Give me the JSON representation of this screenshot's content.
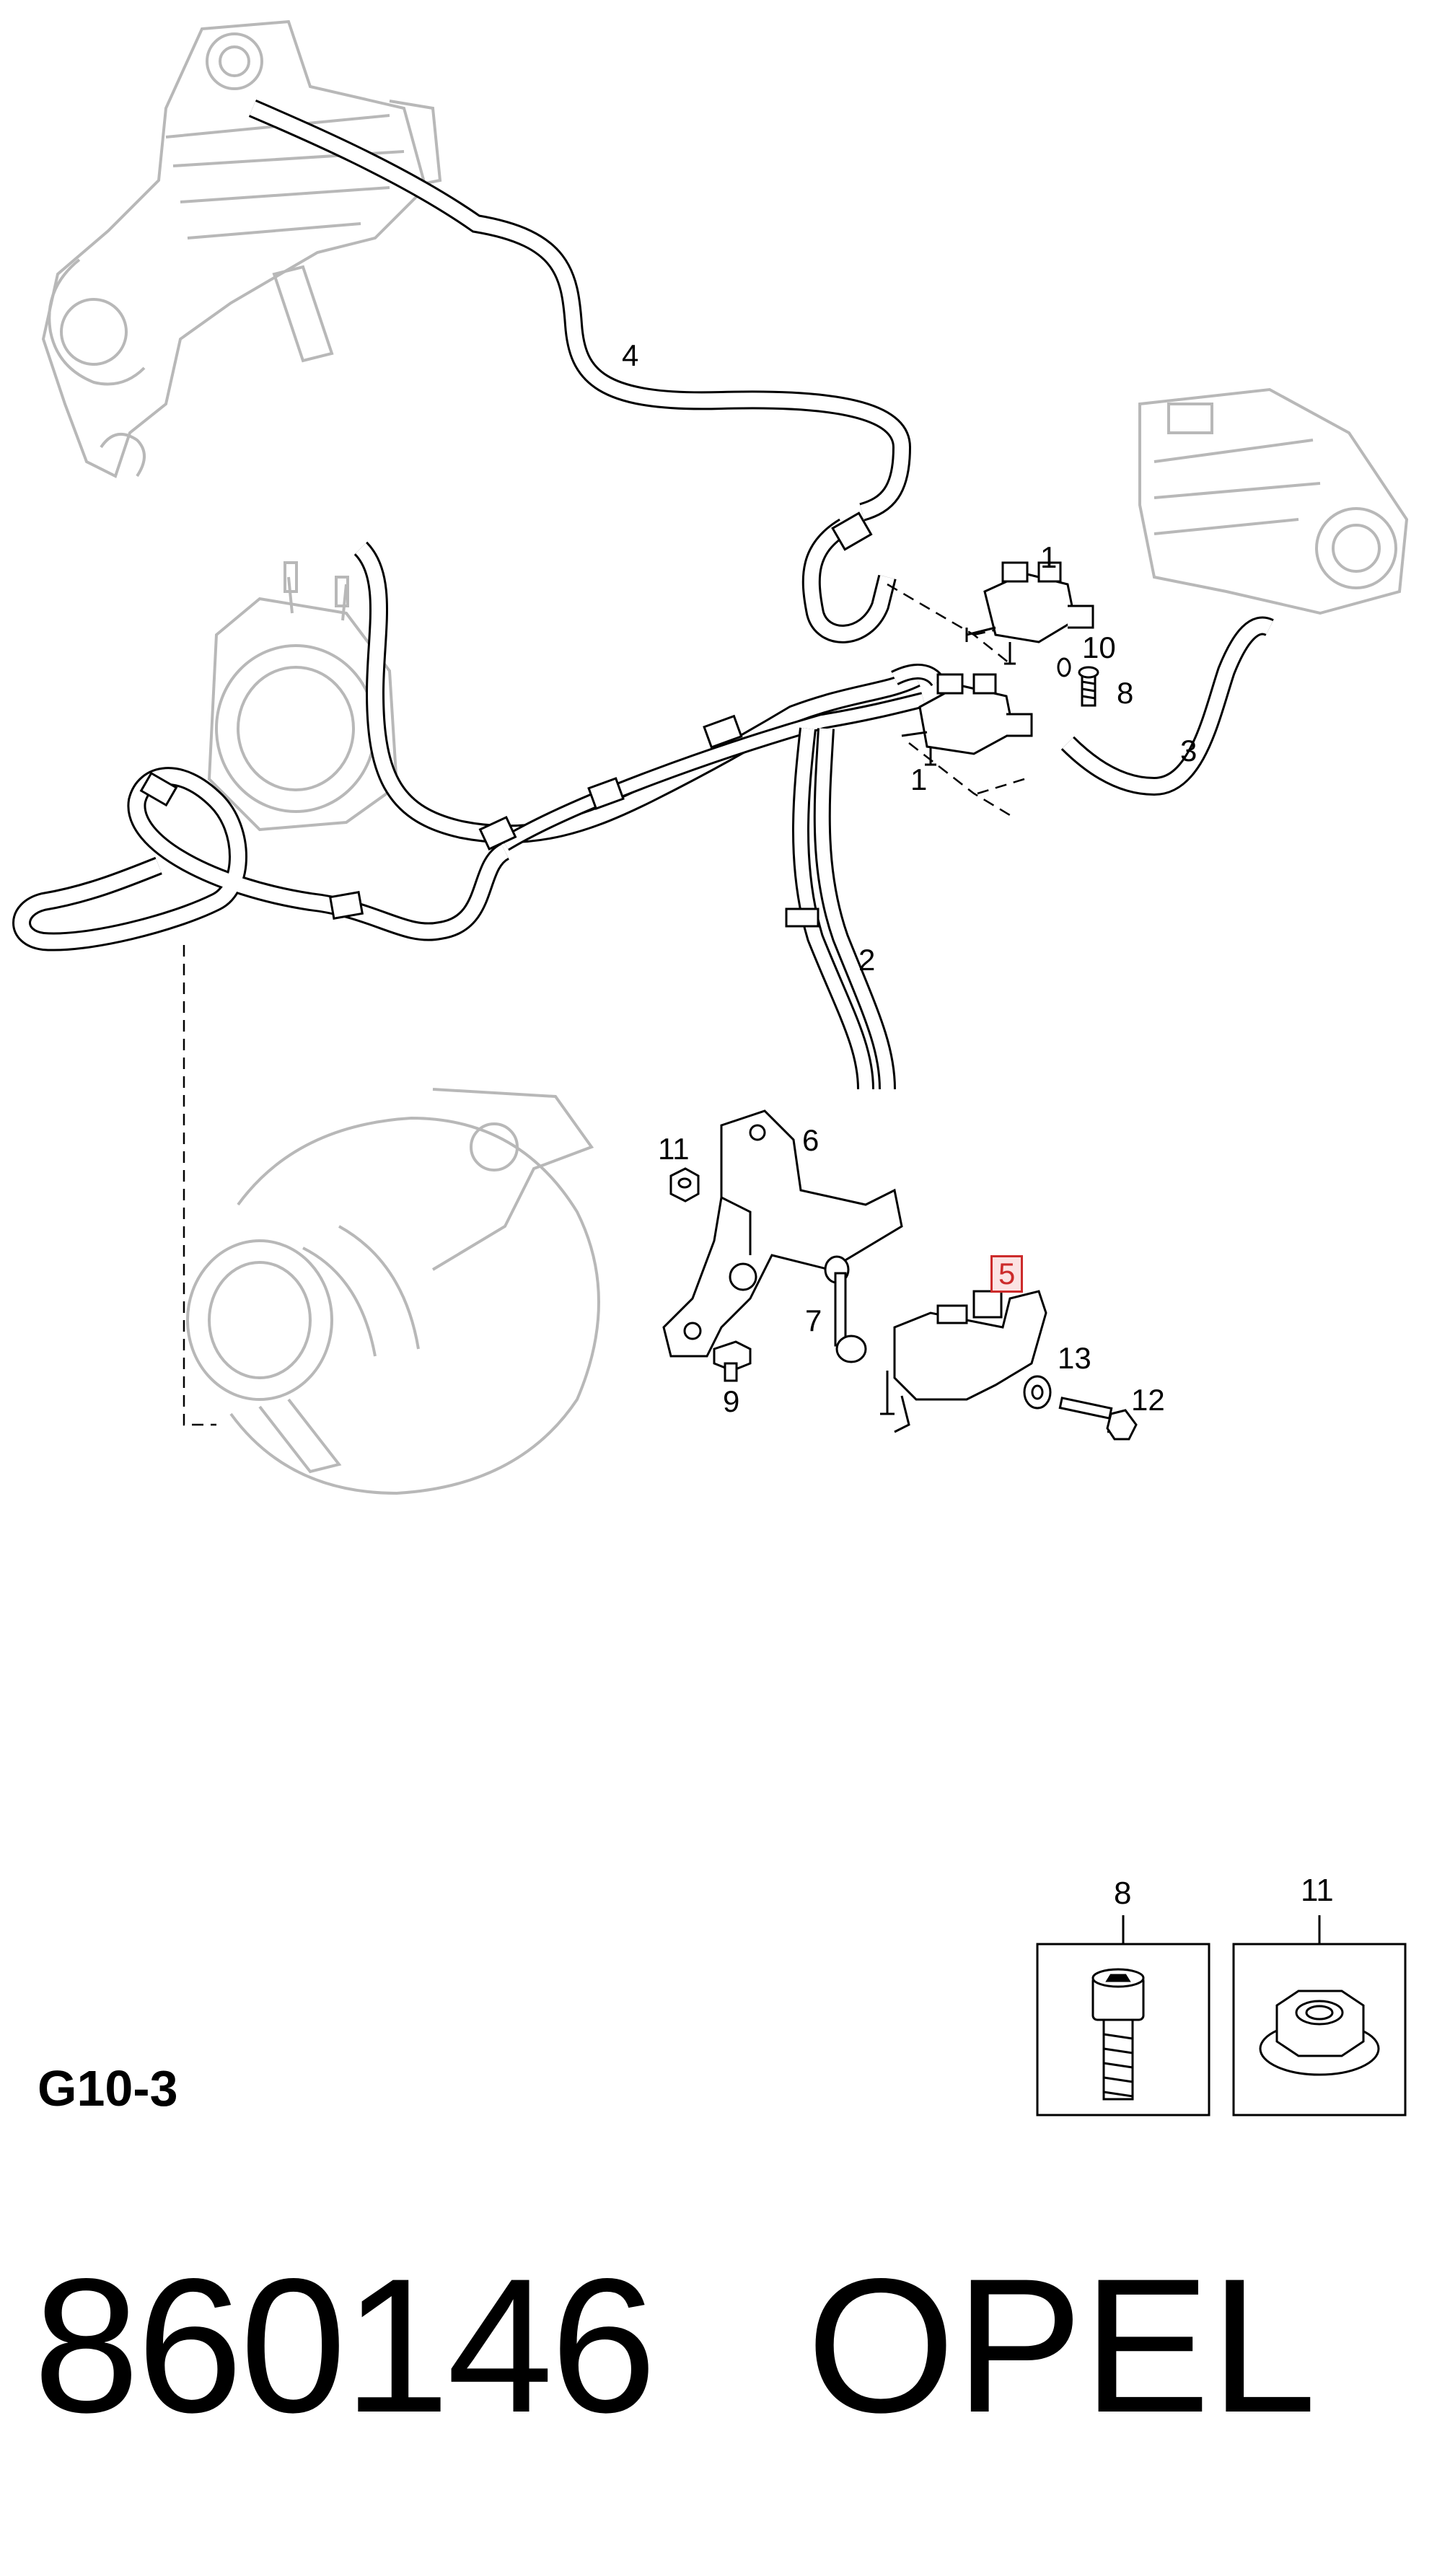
{
  "diagram": {
    "code": "G10-3",
    "part_number": "860146",
    "brand": "OPEL",
    "highlighted_callout": "5"
  },
  "callouts": {
    "c1a": "1",
    "c1b": "1",
    "c2": "2",
    "c3": "3",
    "c4": "4",
    "c5": "5",
    "c6": "6",
    "c7": "7",
    "c8": "8",
    "c9": "9",
    "c10": "10",
    "c11": "11",
    "c12": "12",
    "c13": "13"
  },
  "insets": [
    {
      "label": "8",
      "icon": "socket-cap-bolt-icon"
    },
    {
      "label": "11",
      "icon": "flange-nut-icon"
    }
  ],
  "colors": {
    "line": "#000000",
    "ghost": "#b8b8b8",
    "highlight": "#cc2b2b",
    "highlight_bg": "#fbe3e3"
  }
}
